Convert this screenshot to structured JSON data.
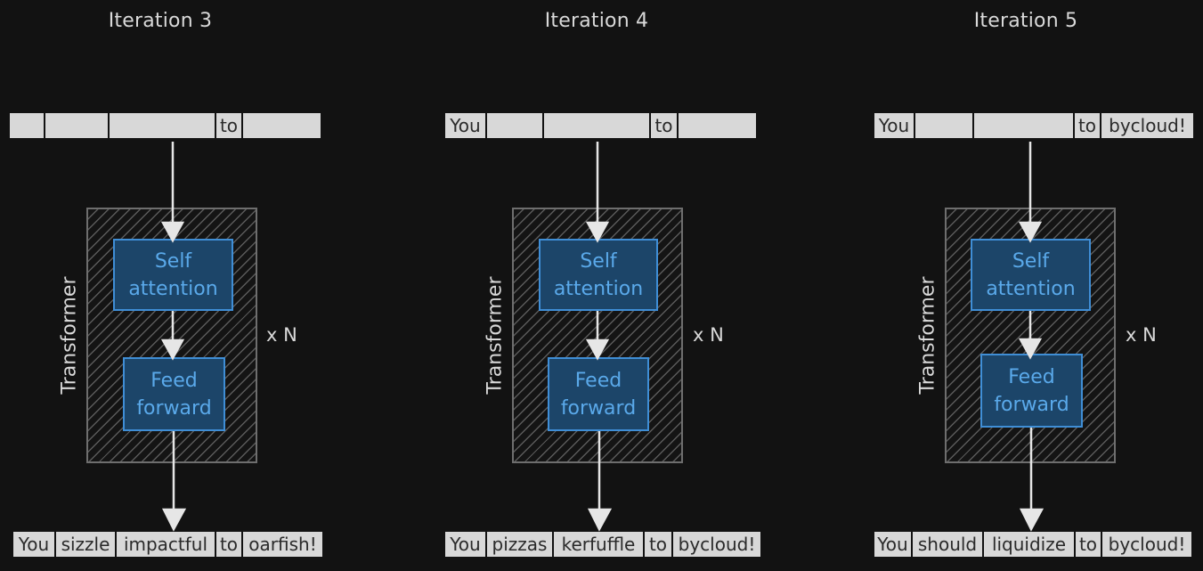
{
  "panels": [
    {
      "title": "Iteration 3",
      "input_tokens": [
        "",
        "",
        "",
        "to",
        ""
      ],
      "block_label": "Transformer",
      "repeat_label": "x N",
      "attention_label": [
        "Self",
        "attention"
      ],
      "ffn_label": [
        "Feed",
        "forward"
      ],
      "output_tokens": [
        "You",
        "sizzle",
        "impactful",
        "to",
        "oarfish!"
      ]
    },
    {
      "title": "Iteration 4",
      "input_tokens": [
        "You",
        "",
        "",
        "to",
        ""
      ],
      "block_label": "Transformer",
      "repeat_label": "x N",
      "attention_label": [
        "Self",
        "attention"
      ],
      "ffn_label": [
        "Feed",
        "forward"
      ],
      "output_tokens": [
        "You",
        "pizzas",
        "kerfuffle",
        "to",
        "bycloud!"
      ]
    },
    {
      "title": "Iteration 5",
      "input_tokens": [
        "You",
        "",
        "",
        "to",
        "bycloud!"
      ],
      "block_label": "Transformer",
      "repeat_label": "x N",
      "attention_label": [
        "Self",
        "attention"
      ],
      "ffn_label": [
        "Feed",
        "forward"
      ],
      "output_tokens": [
        "You",
        "should",
        "liquidize",
        "to",
        "bycloud!"
      ]
    }
  ],
  "colors": {
    "background": "#121212",
    "token_fill": "#d8d8d8",
    "box_fill": "#1c4569",
    "box_border": "#3f8ed6",
    "box_text": "#5aa9ea",
    "arrow": "#e6e6e6"
  }
}
